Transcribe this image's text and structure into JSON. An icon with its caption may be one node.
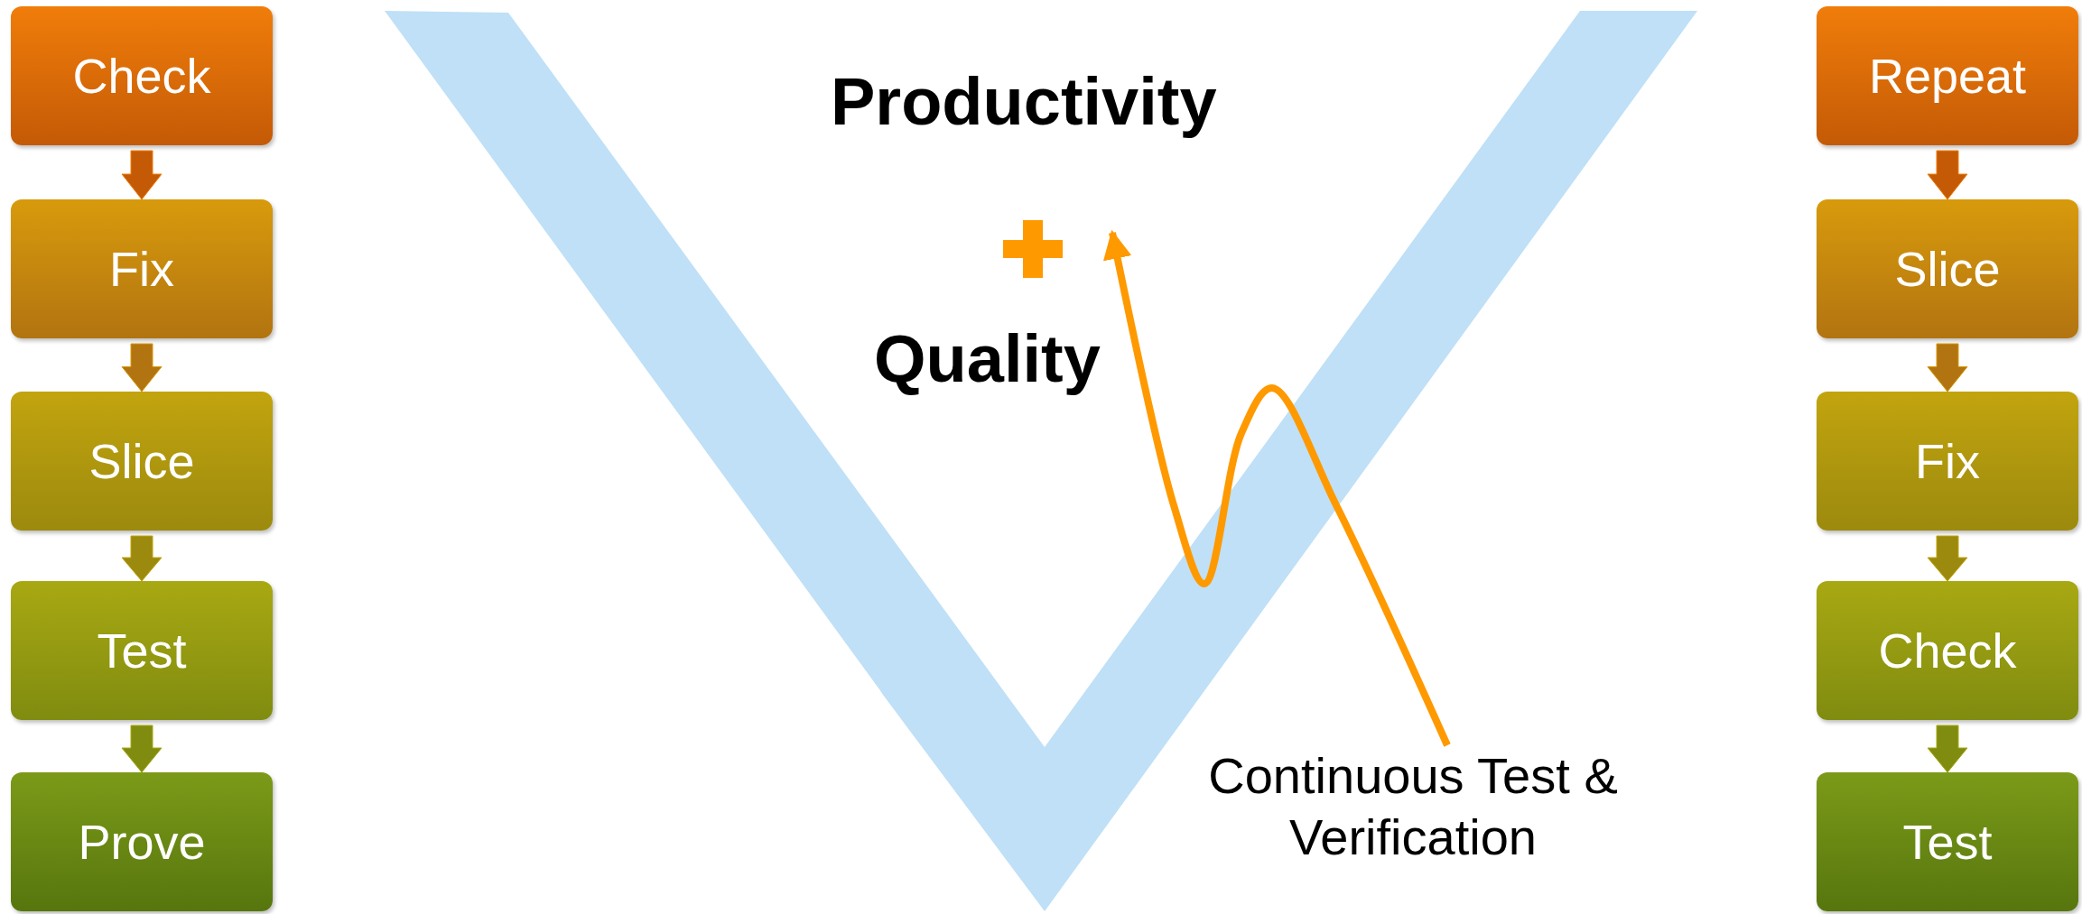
{
  "diagram": {
    "nodes": [
      {
        "text": [
          "Check"
        ]
      },
      {
        "text": [
          "Fix"
        ]
      },
      {
        "text": [
          "Slice"
        ]
      },
      {
        "text": [
          "Test"
        ]
      },
      {
        "text": [
          "Prove"
        ]
      },
      {
        "text": [
          "Repeat"
        ]
      },
      {
        "text": [
          "Slice"
        ]
      },
      {
        "text": [
          "Fix"
        ]
      },
      {
        "text": [
          "Check"
        ]
      },
      {
        "text": [
          "Test"
        ]
      },
      {
        "text": [
          "Continuous Test & Verification"
        ]
      }
    ],
    "edges": [
      {
        "from": 0,
        "to": 1,
        "arrow": "to"
      },
      {
        "from": 1,
        "to": 2,
        "arrow": "to"
      },
      {
        "from": 2,
        "to": 3,
        "arrow": "to"
      },
      {
        "from": 3,
        "to": 4,
        "arrow": "to"
      },
      {
        "from": 5,
        "to": 6,
        "arrow": "to"
      },
      {
        "from": 6,
        "to": 7,
        "arrow": "to"
      },
      {
        "from": 7,
        "to": 8,
        "arrow": "to"
      },
      {
        "from": 8,
        "to": 9,
        "arrow": "to"
      },
      {
        "from": 10,
        "to": null,
        "arrow": "to",
        "color": "#ff9900"
      }
    ],
    "labels": [
      "Productivity",
      "Quality"
    ]
  }
}
